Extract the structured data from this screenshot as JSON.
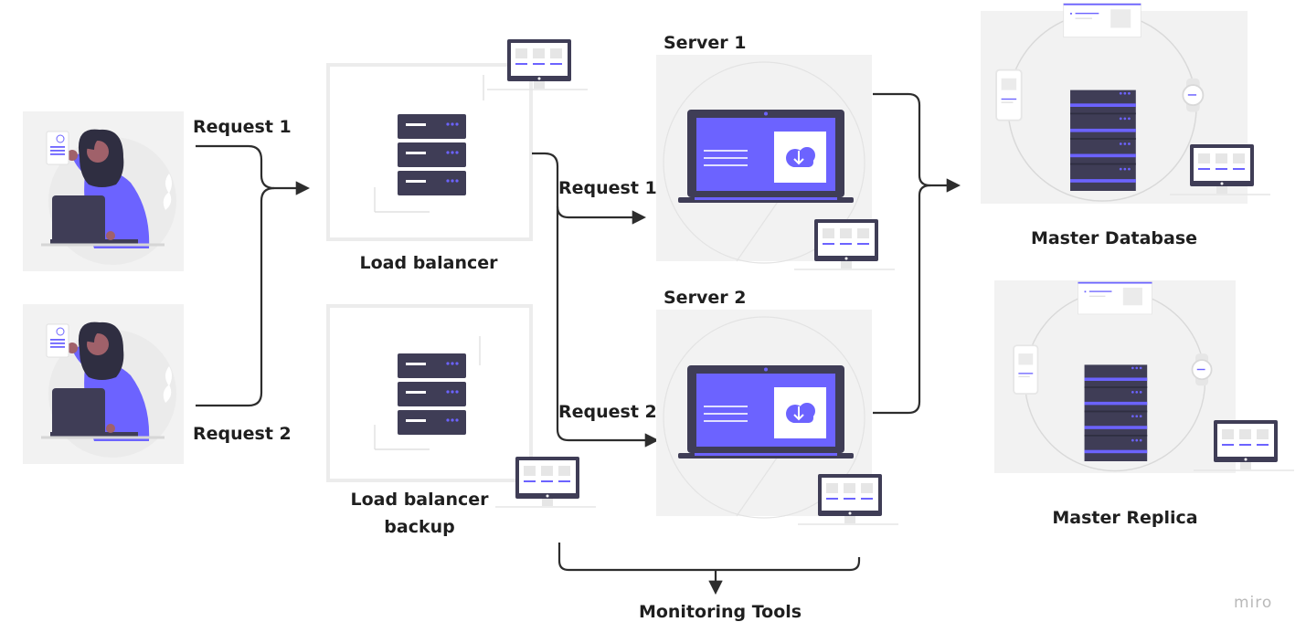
{
  "labels": {
    "request_1_left": "Request 1",
    "request_2_left": "Request 2",
    "load_balancer": "Load balancer",
    "load_balancer_backup_line1": "Load balancer",
    "load_balancer_backup_line2": "backup",
    "server_1": "Server 1",
    "server_2": "Server 2",
    "request_1_right": "Request 1",
    "request_2_right": "Request 2",
    "master_database": "Master Database",
    "master_replica": "Master Replica",
    "monitoring_tools": "Monitoring Tools"
  },
  "watermark": "miro",
  "colors": {
    "accent": "#6c63ff",
    "dark": "#3f3d56",
    "card_bg": "#f2f2f2",
    "arrow": "#2d2d2d",
    "skin": "#a0616a",
    "hair": "#2f2e41"
  }
}
